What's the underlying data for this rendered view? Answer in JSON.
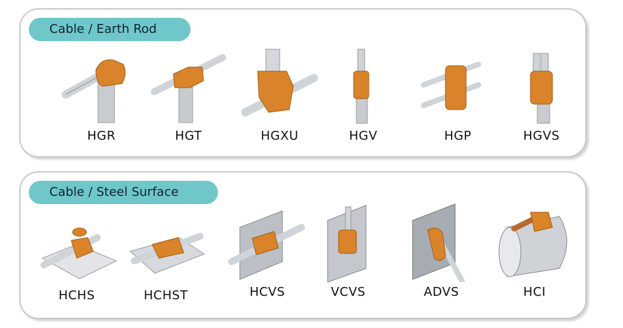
{
  "sections": [
    {
      "title": "Cable / Earth Rod",
      "items": [
        {
          "label": "HGR",
          "icon": "cable-earth-rod-connector-icon"
        },
        {
          "label": "HGT",
          "icon": "cable-earth-rod-connector-icon"
        },
        {
          "label": "HGXU",
          "icon": "cable-earth-rod-connector-icon"
        },
        {
          "label": "HGV",
          "icon": "cable-earth-rod-connector-icon"
        },
        {
          "label": "HGP",
          "icon": "cable-earth-rod-connector-icon"
        },
        {
          "label": "HGVS",
          "icon": "cable-earth-rod-connector-icon"
        }
      ]
    },
    {
      "title": "Cable / Steel Surface",
      "items": [
        {
          "label": "HCHS",
          "icon": "cable-steel-surface-connector-icon"
        },
        {
          "label": "HCHST",
          "icon": "cable-steel-surface-connector-icon"
        },
        {
          "label": "HCVS",
          "icon": "cable-steel-surface-connector-icon"
        },
        {
          "label": "VCVS",
          "icon": "cable-steel-surface-connector-icon"
        },
        {
          "label": "ADVS",
          "icon": "cable-steel-surface-connector-icon"
        },
        {
          "label": "HCI",
          "icon": "cable-steel-surface-connector-icon"
        }
      ]
    }
  ],
  "colors": {
    "header_pill": "#6fc7c9",
    "connector": "#d9842a",
    "rod": "#c8ccd0",
    "cable": "#d8dde2",
    "plate": "#b9bdc4",
    "border": "#c9c9c9"
  }
}
